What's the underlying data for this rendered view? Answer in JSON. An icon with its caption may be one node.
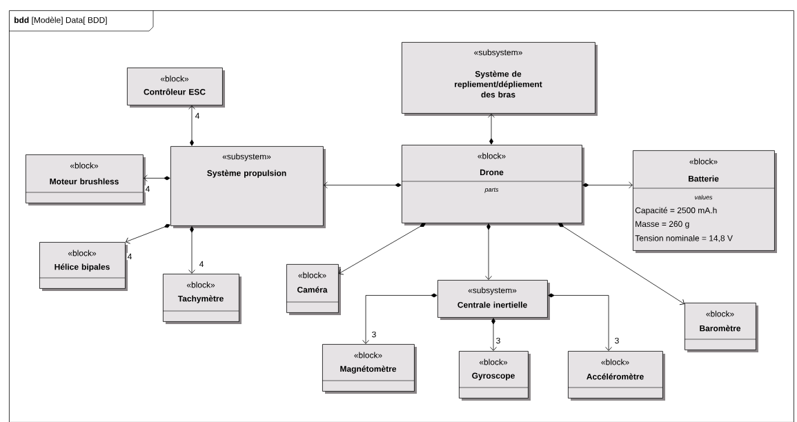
{
  "diagram": {
    "nodes": [
      {
        "text": [
          "**bdd** [Modèle] Data[ BDD]"
        ]
      },
      {
        "text": [
          "«block»",
          "Contrôleur ESC"
        ],
        "in": 0
      },
      {
        "text": [
          "«subsystem»",
          "Système de repliement/dépliement des bras"
        ],
        "in": 0
      },
      {
        "text": [
          "«block»",
          "Moteur brushless"
        ],
        "in": 0
      },
      {
        "text": [
          "«subsystem»",
          "Système propulsion"
        ],
        "in": 0
      },
      {
        "text": [
          "«block»",
          "Drone",
          "parts"
        ],
        "in": 0
      },
      {
        "text": [
          "«block»",
          "Batterie",
          "values",
          "Capacité = 2500 mA.h",
          "Masse = 260 g",
          "Tension nominale = 14,8 V"
        ],
        "in": 0
      },
      {
        "text": [
          "«block»",
          "Hélice bipales"
        ],
        "in": 0
      },
      {
        "text": [
          "«block»",
          "Tachymètre"
        ],
        "in": 0
      },
      {
        "text": [
          "«block»",
          "Caméra"
        ],
        "in": 0
      },
      {
        "text": [
          "«subsystem»",
          "Centrale inertielle"
        ],
        "in": 0
      },
      {
        "text": [
          "«block»",
          "Baromètre"
        ],
        "in": 0
      },
      {
        "text": [
          "«block»",
          "Magnétomètre"
        ],
        "in": 0
      },
      {
        "text": [
          "«block»",
          "Gyroscope"
        ],
        "in": 0
      },
      {
        "text": [
          "«block»",
          "Accéléromètre"
        ],
        "in": 0
      }
    ],
    "edges": [
      {
        "from": 4,
        "to": 1,
        "arrow": "to",
        "label": "4"
      },
      {
        "from": 4,
        "to": 3,
        "arrow": "to",
        "label": "4"
      },
      {
        "from": 4,
        "to": 7,
        "arrow": "to",
        "label": "4"
      },
      {
        "from": 4,
        "to": 8,
        "arrow": "to",
        "label": "4"
      },
      {
        "from": 5,
        "to": 4,
        "arrow": "to"
      },
      {
        "from": 5,
        "to": 2,
        "arrow": "to"
      },
      {
        "from": 5,
        "to": 6,
        "arrow": "to"
      },
      {
        "from": 5,
        "to": 9,
        "arrow": "to"
      },
      {
        "from": 5,
        "to": 10,
        "arrow": "to"
      },
      {
        "from": 5,
        "to": 11,
        "arrow": "to"
      },
      {
        "from": 10,
        "to": 12,
        "arrow": "to",
        "label": "3"
      },
      {
        "from": 10,
        "to": 13,
        "arrow": "to",
        "label": "3"
      },
      {
        "from": 10,
        "to": 14,
        "arrow": "to",
        "label": "3"
      }
    ]
  }
}
